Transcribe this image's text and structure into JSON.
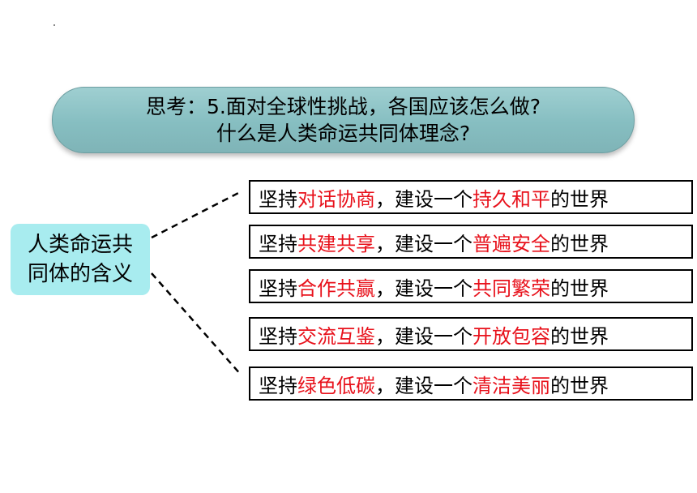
{
  "banner": {
    "line1": "思考：5.面对全球性挑战，各国应该怎么做?",
    "line2": "什么是人类命运共同体理念?"
  },
  "center": {
    "line1": "人类命运共",
    "line2": "同体的含义"
  },
  "items": [
    {
      "prefix": "坚持",
      "value": "对话协商",
      "middle": "，建设一个",
      "goal": "持久和平",
      "suffix": "的世界"
    },
    {
      "prefix": "坚持",
      "value": "共建共享",
      "middle": "，建设一个",
      "goal": "普遍安全",
      "suffix": "的世界"
    },
    {
      "prefix": "坚持",
      "value": "合作共赢",
      "middle": "，建设一个",
      "goal": "共同繁荣",
      "suffix": "的世界"
    },
    {
      "prefix": "坚持",
      "value": "交流互鉴",
      "middle": "，建设一个",
      "goal": "开放包容",
      "suffix": "的世界"
    },
    {
      "prefix": "坚持",
      "value": "绿色低碳",
      "middle": "，建设一个",
      "goal": "清洁美丽",
      "suffix": "的世界"
    }
  ],
  "colors": {
    "highlight": "#e8111b",
    "banner": "#86bec1",
    "center_box": "#a8ecef"
  }
}
